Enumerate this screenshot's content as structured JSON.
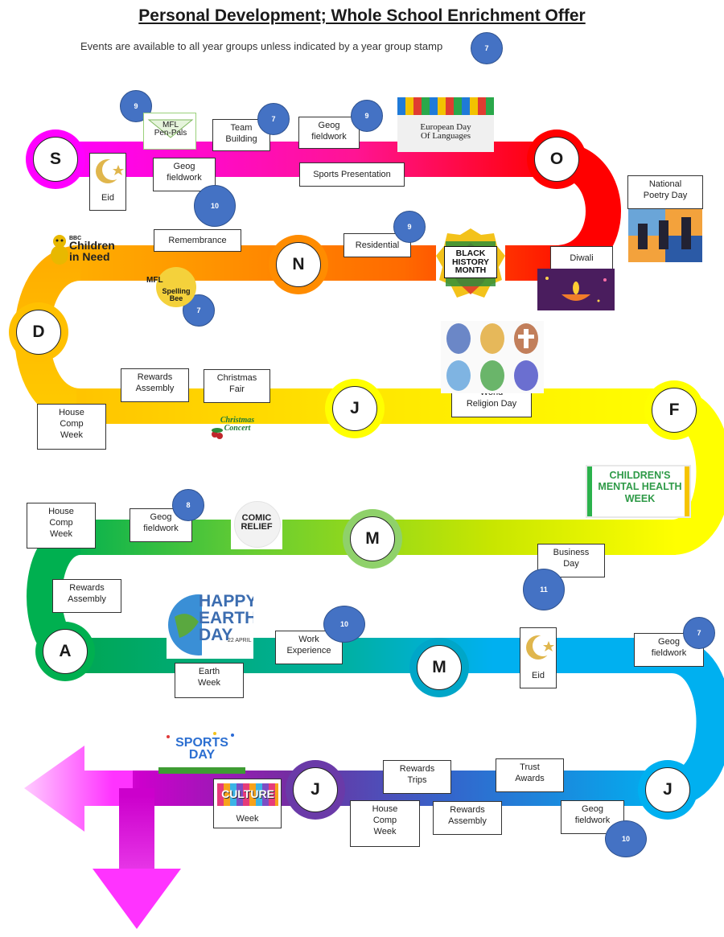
{
  "title": "Personal Development; Whole School Enrichment Offer",
  "subtitle": "Events are available to all year groups unless indicated by a year group stamp",
  "subtitle_stamp": "7",
  "milestones": [
    "S",
    "O",
    "N",
    "D",
    "J",
    "F",
    "M",
    "A",
    "M",
    "J",
    "J"
  ],
  "events": {
    "team_building": "Team\nBuilding",
    "geog_fieldwork_sep": "Geog\nfieldwork",
    "sports_presentation": "Sports Presentation",
    "geog_fieldwork_sep2": "Geog\nfieldwork",
    "eid_sep": "Eid",
    "national_poetry_day": "National\nPoetry Day",
    "remembrance": "Remembrance",
    "residential": "Residential",
    "diwali": "Diwali",
    "rewards_assembly_dec": "Rewards\nAssembly",
    "christmas_fair": "Christmas\nFair",
    "house_comp_week_dec": "House\nComp\nWeek",
    "world_religion_day": "World\nReligion Day",
    "house_comp_week_mar": "House\nComp\nWeek",
    "geog_fieldwork_mar": "Geog\nfieldwork",
    "business_day": "Business\nDay",
    "rewards_assembly_apr": "Rewards\nAssembly",
    "work_experience": "Work\nExperience",
    "earth_week": "Earth\nWeek",
    "eid_may": "Eid",
    "geog_fieldwork_jun": "Geog\nfieldwork",
    "rewards_trips": "Rewards\nTrips",
    "trust_awards": "Trust\nAwards",
    "culture_week": "Week",
    "house_comp_week_jul": "House\nComp\nWeek",
    "rewards_assembly_jul": "Rewards\nAssembly",
    "geog_fieldwork_jul": "Geog\nfieldwork"
  },
  "stamps": {
    "mfl_penpals": "9",
    "team_building": "7",
    "geog_fieldwork_sep": "9",
    "geog_fieldwork_sep2": "10",
    "residential": "9",
    "mfl_spelling_bee": "7",
    "geog_fieldwork_mar": "8",
    "business_day": "11",
    "work_experience": "10",
    "geog_fieldwork_jun": "7",
    "geog_fieldwork_jul": "10"
  },
  "images": {
    "mfl_penpals": "MFL\nPen-Pals",
    "european_day_of_languages": "European Day\nOf Languages",
    "children_in_need_bbc": "BBC",
    "children_in_need": "Children\nin Need",
    "mfl_spelling_bee": "MFL",
    "spelling_bee": "Spelling\nBee",
    "black_history_month": "BLACK\nHISTORY\nMONTH",
    "christmas_concert": "Christmas\nConcert",
    "childrens_mental_health_week": "CHILDREN'S\nMENTAL HEALTH\nWEEK",
    "comic_relief": "COMIC\nRELIEF",
    "happy_earth_day": "HAPPY\nEARTH\nDAY",
    "earth_day_date": "22 APRIL",
    "sports_day": "SPORTS\nDAY",
    "culture": "CULTURE"
  },
  "colors": {
    "sep": "#ff00ff",
    "oct": "#ff0000",
    "nov": "#ff8c00",
    "dec": "#ffc000",
    "jan": "#ffff00",
    "feb": "#ffff00",
    "mar": "#66cc33",
    "apr": "#00b050",
    "may": "#00b0f0",
    "jul": "#7030a0",
    "stamp": "#4472c4"
  }
}
